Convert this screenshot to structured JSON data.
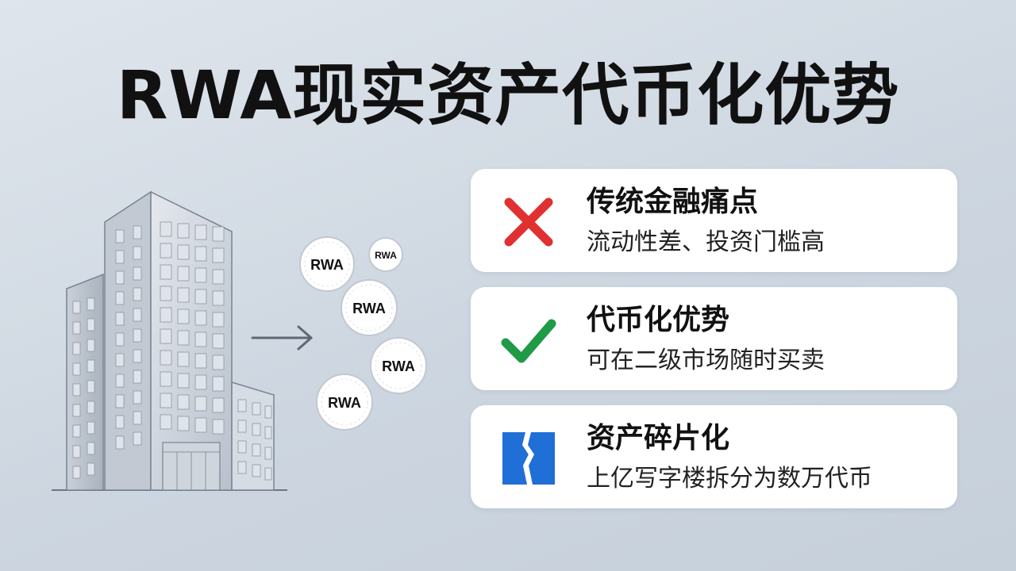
{
  "title": "RWA现实资产代币化优势",
  "tokens": [
    "RWA",
    "RWA",
    "RWA",
    "RWA",
    "RWA"
  ],
  "cards": [
    {
      "heading": "传统金融痛点",
      "description": "流动性差、投资门槛高",
      "icon": "cross-icon",
      "color": "#e03030"
    },
    {
      "heading": "代币化优势",
      "description": "可在二级市场随时买卖",
      "icon": "check-icon",
      "color": "#1f9a47"
    },
    {
      "heading": "资产碎片化",
      "description": "上亿写字楼拆分为数万代币",
      "icon": "split-block-icon",
      "color": "#1f6fd6"
    }
  ]
}
